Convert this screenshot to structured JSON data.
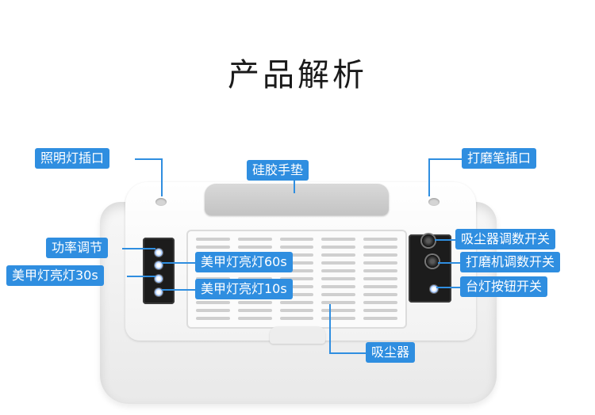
{
  "title": "产品解析",
  "labels": {
    "light_port": "照明灯插口",
    "silicone_pad": "硅胶手垫",
    "grinder_port": "打磨笔插口",
    "power_adjust": "功率调节",
    "nail_lamp_60s": "美甲灯亮灯60s",
    "nail_lamp_30s": "美甲灯亮灯30s",
    "nail_lamp_10s": "美甲灯亮灯10s",
    "vacuum_switch": "吸尘器调数开关",
    "grinder_switch": "打磨机调数开关",
    "desk_lamp_button": "台灯按钮开关",
    "vacuum": "吸尘器"
  },
  "colors": {
    "label_bg": "#2f8ee0",
    "label_text": "#ffffff",
    "title": "#1a1a1a"
  }
}
